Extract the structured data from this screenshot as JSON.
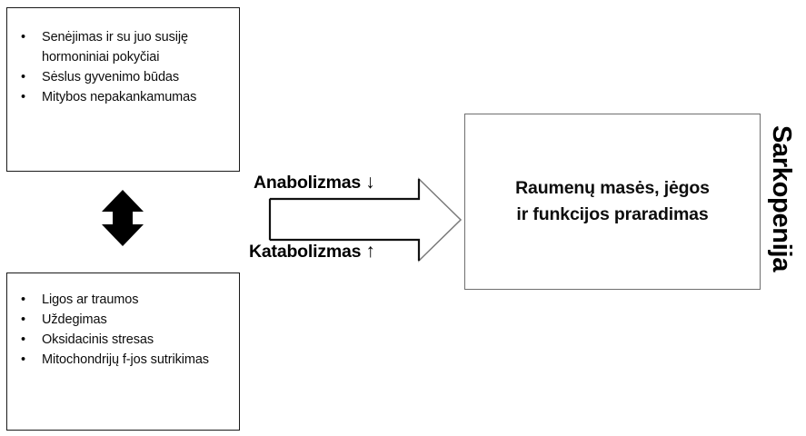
{
  "diagram": {
    "title": "Sarkopenija",
    "boxes": {
      "aging_factors": {
        "name": "aging-factors-box",
        "items": [
          "Senėjimas ir su juo susiję hormoniniai pokyčiai",
          "Sėslus gyvenimo būdas",
          "Mitybos nepakankamumas"
        ],
        "bullet": "•"
      },
      "disease_factors": {
        "name": "disease-factors-box",
        "items": [
          "Ligos ar traumos",
          "Uždegimas",
          "Oksidacinis stresas",
          "Mitochondrijų f-jos sutrikimas"
        ],
        "bullet": "•"
      },
      "outcome": {
        "name": "outcome-box",
        "line1": "Raumenų masės, jėgos",
        "line2": "ir funkcijos praradimas"
      }
    },
    "arrows": {
      "bidirectional": {
        "name": "bidirectional-arrow",
        "direction": "vertical-double"
      },
      "process": {
        "name": "process-block-arrow",
        "direction": "right"
      }
    },
    "labels": {
      "anabolism": {
        "text": "Anabolizmas",
        "trend": "↓"
      },
      "catabolism": {
        "text": "Katabolizmas",
        "trend": "↑"
      }
    },
    "colors": {
      "box_border_dark": "#1a1a1a",
      "box_border_gray": "#6f6f6f",
      "arrow_fill_black": "#000000",
      "arrow_outline_gray": "#7a7a7a",
      "text": "#0d0d0d",
      "background": "#ffffff"
    }
  }
}
